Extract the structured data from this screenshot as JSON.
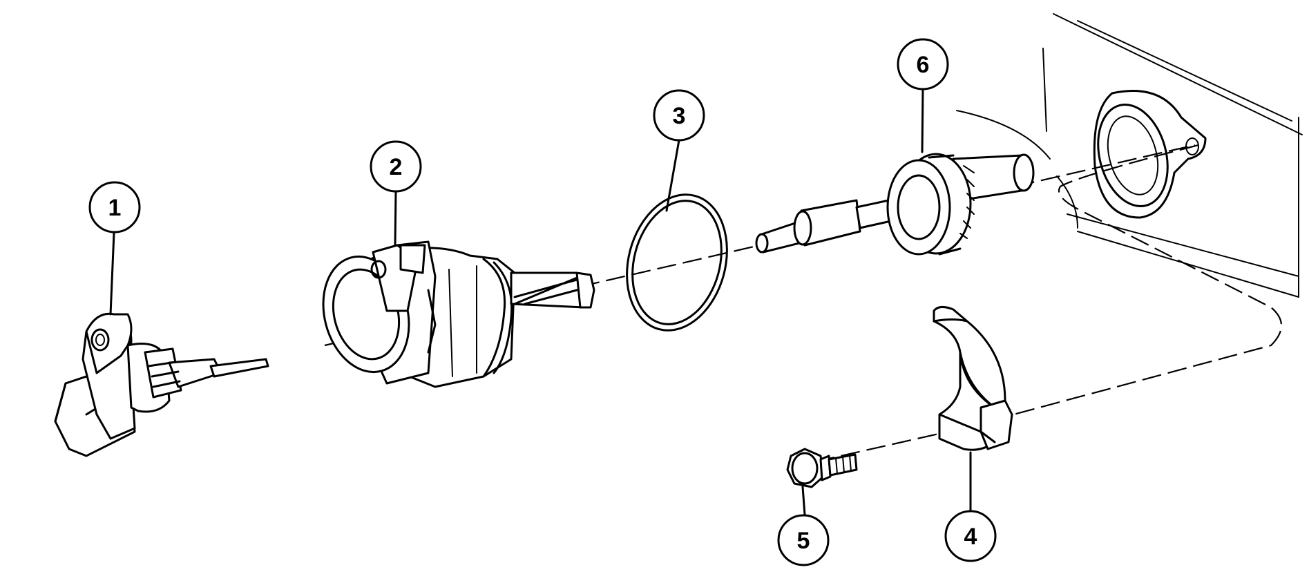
{
  "diagram": {
    "callouts": [
      {
        "id": "1",
        "label": "1"
      },
      {
        "id": "2",
        "label": "2"
      },
      {
        "id": "3",
        "label": "3"
      },
      {
        "id": "4",
        "label": "4"
      },
      {
        "id": "5",
        "label": "5"
      },
      {
        "id": "6",
        "label": "6"
      }
    ],
    "parts": [
      {
        "callout": "1",
        "icon": "speed-sensor-icon"
      },
      {
        "callout": "2",
        "icon": "sensor-housing-icon"
      },
      {
        "callout": "3",
        "icon": "o-ring-icon"
      },
      {
        "callout": "4",
        "icon": "retainer-clip-icon"
      },
      {
        "callout": "5",
        "icon": "bolt-icon"
      },
      {
        "callout": "6",
        "icon": "driven-gear-icon"
      }
    ],
    "colors": {
      "line": "#000000",
      "background": "#ffffff"
    }
  }
}
